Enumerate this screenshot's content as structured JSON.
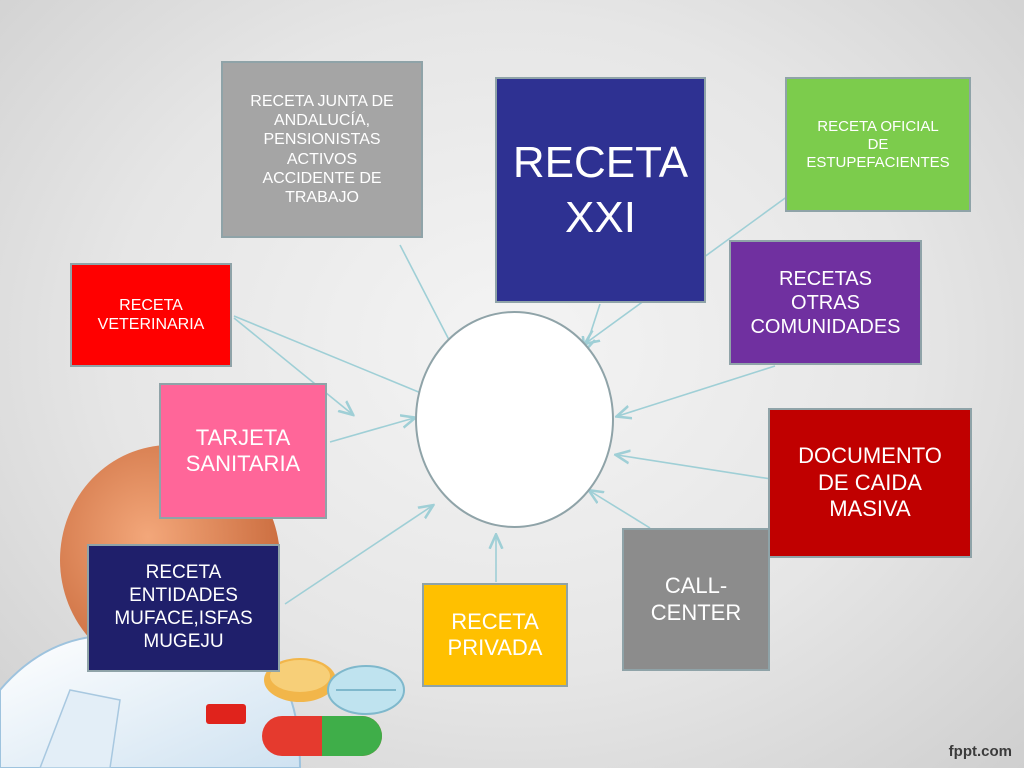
{
  "diagram": {
    "boxes": [
      {
        "id": "b-junta",
        "text": "RECETA JUNTA DE\nANDALUCÍA,\nPENSIONISTAS\nACTIVOS\nACCIDENTE DE\nTRABAJO",
        "bg": "#a5a5a5",
        "color": "#ffffff"
      },
      {
        "id": "b-xxi",
        "text": "RECETA\nXXI",
        "bg": "#2e3192",
        "color": "#ffffff"
      },
      {
        "id": "b-estup",
        "text": "RECETA OFICIAL\nDE\nESTUPEFACIENTES",
        "bg": "#7ccc4c",
        "color": "#ffffff"
      },
      {
        "id": "b-otras",
        "text": "RECETAS\nOTRAS\nCOMUNIDADES",
        "bg": "#7030a0",
        "color": "#ffffff"
      },
      {
        "id": "b-vet",
        "text": "RECETA\nVETERINARIA",
        "bg": "#ff0000",
        "color": "#ffffff"
      },
      {
        "id": "b-tarjeta",
        "text": "TARJETA\nSANITARIA",
        "bg": "#ff6699",
        "color": "#ffffff"
      },
      {
        "id": "b-doc",
        "text": "DOCUMENTO\nDE CAIDA\nMASIVA",
        "bg": "#c00000",
        "color": "#ffffff"
      },
      {
        "id": "b-entid",
        "text": "RECETA\nENTIDADES\nMUFACE,ISFAS\nMUGEJU",
        "bg": "#1f1f6b",
        "color": "#ffffff"
      },
      {
        "id": "b-call",
        "text": "CALL-\nCENTER",
        "bg": "#8c8c8c",
        "color": "#ffffff"
      },
      {
        "id": "b-priv",
        "text": "RECETA\nPRIVADA",
        "bg": "#ffc000",
        "color": "#ffffff"
      }
    ],
    "arrow_color": "#9fcfd6"
  },
  "footer": {
    "brand": "fppt.com"
  }
}
